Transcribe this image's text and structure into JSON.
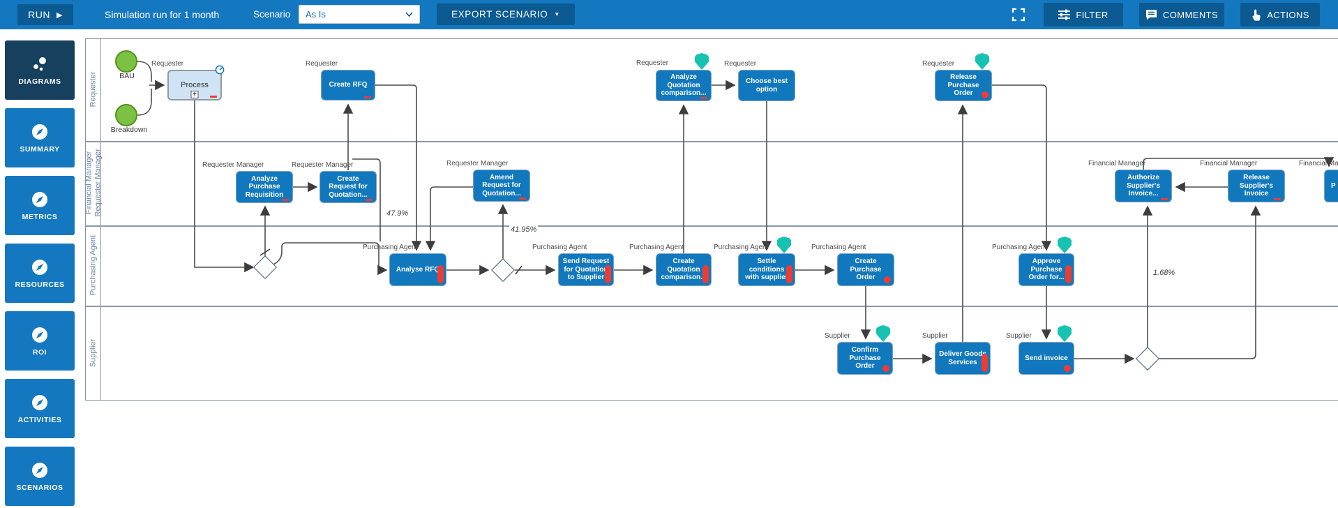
{
  "toolbar": {
    "run_label": "RUN",
    "simulation_text": "Simulation run for 1 month",
    "scenario_label": "Scenario",
    "scenario_value": "As Is",
    "export_label": "EXPORT SCENARIO",
    "buttons": [
      {
        "label": "FILTER",
        "icon": "filter-sliders-icon"
      },
      {
        "label": "COMMENTS",
        "icon": "comment-bubble-icon"
      },
      {
        "label": "ACTIONS",
        "icon": "pointing-hand-icon"
      }
    ]
  },
  "sidebar": {
    "items": [
      {
        "label": "DIAGRAMS",
        "icon": "diagram-cluster-icon",
        "active": true
      },
      {
        "label": "SUMMARY",
        "icon": "compass-icon",
        "active": false
      },
      {
        "label": "METRICS",
        "icon": "compass-icon",
        "active": false
      },
      {
        "label": "RESOURCES",
        "icon": "compass-icon",
        "active": false
      },
      {
        "label": "ROI",
        "icon": "compass-icon",
        "active": false
      },
      {
        "label": "ACTIVITIES",
        "icon": "compass-icon",
        "active": false
      },
      {
        "label": "SCENARIOS",
        "icon": "compass-icon",
        "active": false
      }
    ]
  },
  "diagram": {
    "lanes": [
      {
        "label": "Requester"
      },
      {
        "label": "Financial Manager",
        "label2": "Requester Manager"
      },
      {
        "label": "Purchasing Agent"
      },
      {
        "label": "Supplier"
      }
    ],
    "events": [
      {
        "label": "BAU"
      },
      {
        "label": "Breakdown"
      }
    ],
    "nodes": [
      {
        "label": "Process",
        "role": "Requester"
      },
      {
        "label": "Create RFQ",
        "role": "Requester"
      },
      {
        "label": "Analyze Quotation comparison...",
        "role": "Requester"
      },
      {
        "label": "Choose best option",
        "role": "Requester"
      },
      {
        "label": "Release Purchase Order",
        "role": "Requester"
      },
      {
        "label": "Analyze Purchase Requisition",
        "role": "Requester Manager"
      },
      {
        "label": "Create Request for Quotation...",
        "role": "Requester Manager"
      },
      {
        "label": "Amend Request for Quotation...",
        "role": "Requester Manager"
      },
      {
        "label": "Authorize Supplier's Invoice...",
        "role": "Financial Manager"
      },
      {
        "label": "Release Supplier's Invoice",
        "role": "Financial Manager"
      },
      {
        "label": "P",
        "role": "Financial Man"
      },
      {
        "label": "Analyse RFQ",
        "role": "Purchasing Agent"
      },
      {
        "label": "Send Request for Quotation to Supplier",
        "role": "Purchasing Agent"
      },
      {
        "label": "Create Quotation comparison...",
        "role": "Purchasing Agent"
      },
      {
        "label": "Settle conditions with supplier",
        "role": "Purchasing Agent"
      },
      {
        "label": "Create Purchase Order",
        "role": "Purchasing Agent"
      },
      {
        "label": "Approve Purchase Order for...",
        "role": "Purchasing Agent"
      },
      {
        "label": "Confirm Purchase Order",
        "role": "Supplier"
      },
      {
        "label": "Deliver Goods Services",
        "role": "Supplier"
      },
      {
        "label": "Send invoice",
        "role": "Supplier"
      }
    ],
    "edge_labels": [
      {
        "text": "47.9%"
      },
      {
        "text": "41.95%"
      },
      {
        "text": "1.68%"
      }
    ]
  },
  "colors": {
    "toolbar_blue": "#1478c0",
    "button_dark_blue": "#0b5a92",
    "active_navy": "#16405e",
    "task_blue": "#1178be",
    "shield_teal": "#16c3b2",
    "marker_red": "#ee3b33",
    "event_green": "#7cc242"
  }
}
